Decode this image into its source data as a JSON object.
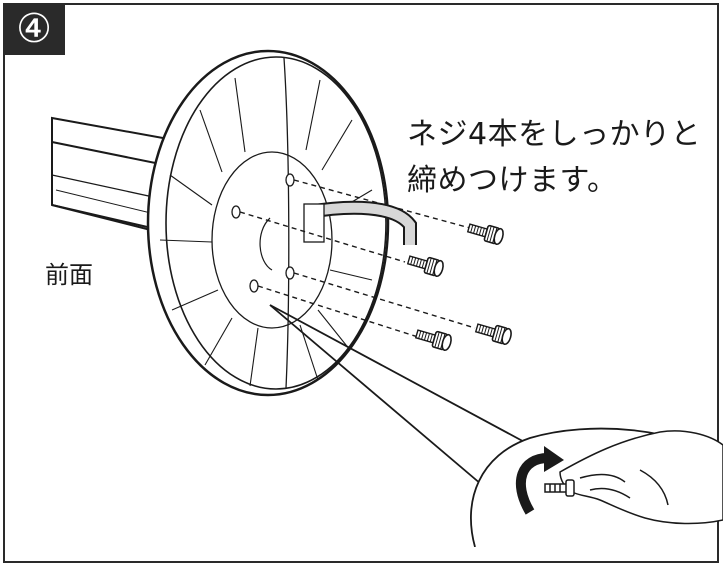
{
  "step": {
    "number": "④"
  },
  "instruction": {
    "line1": "ネジ4本をしっかりと",
    "line2": "締めつけます。"
  },
  "labels": {
    "front": "前面"
  },
  "colors": {
    "line": "#1a1a1a",
    "badge": "#2a2a2a",
    "background": "#ffffff"
  },
  "icons": [
    "screw-icon",
    "rotate-arrow-icon",
    "hand-icon"
  ]
}
